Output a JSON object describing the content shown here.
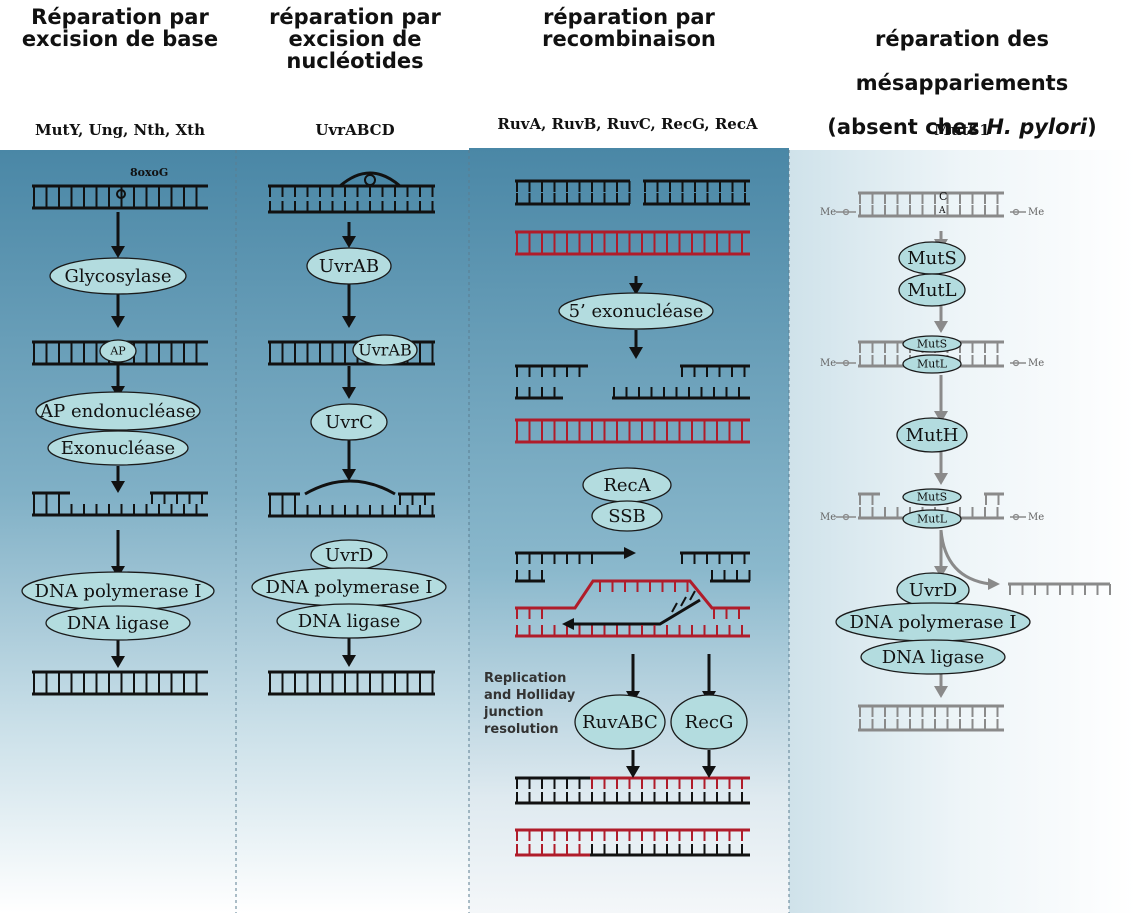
{
  "columns": [
    {
      "title": "Réparation par\nexcision de base",
      "enzymes": "MutY, Ung, Nth, Xth",
      "labels": {
        "lesion": "8oxoG",
        "glyco": "Glycosylase",
        "ap": "AP",
        "apendo": "AP endonucléase",
        "exo": "Exonucléase",
        "pol": "DNA polymerase I",
        "lig": "DNA ligase"
      }
    },
    {
      "title": "réparation par\nexcision de\nnucléotides",
      "enzymes": "UvrABCD",
      "labels": {
        "uvrab": "UvrAB",
        "uvrab2": "UvrAB",
        "uvrc": "UvrC",
        "uvrd": "UvrD",
        "pol": "DNA polymerase I",
        "lig": "DNA ligase"
      }
    },
    {
      "title": "réparation par\nrecombinaison",
      "enzymes": "RuvA, RuvB, RuvC, RecG, RecA",
      "labels": {
        "exo5": "5’ exonucléase",
        "reca": "RecA",
        "ssb": "SSB",
        "ruvabc": "RuvABC",
        "recg": "RecG"
      },
      "note": "Replication\nand Holliday\njunction\nresolution"
    },
    {
      "title_line1": "réparation des",
      "title_line2": "mésappariements",
      "title_line3_pre": "(absent chez ",
      "title_line3_em": "H. pylori",
      "title_line3_post": ")",
      "enzymes": "MutS1",
      "labels": {
        "c": "C",
        "a": "A",
        "me": "Me",
        "muts": "MutS",
        "mutl": "MutL",
        "muts2": "MutS",
        "mutl2": "MutL",
        "muth": "MutH",
        "muts3": "MutS",
        "mutl3": "MutL",
        "uvrd": "UvrD",
        "pol": "DNA polymerase I",
        "lig": "DNA ligase"
      }
    }
  ],
  "colors": {
    "panel_dark": "#4a87a6",
    "panel_light": "#e9f2f6",
    "ellipse_fill": "#b3dcdf",
    "dna_black": "#111111",
    "dna_red": "#b01c2a",
    "dna_grey": "#8a8a8a"
  }
}
